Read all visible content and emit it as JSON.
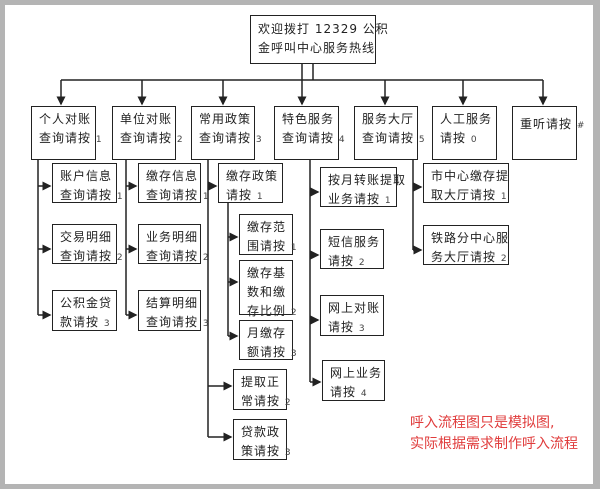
{
  "root": {
    "line1": "欢迎拨打 12329 公积",
    "line2": "金呼叫中心服务热线"
  },
  "top": [
    {
      "l1": "个人对账",
      "l2": "查询请按",
      "n": "1"
    },
    {
      "l1": "单位对账",
      "l2": "查询请按",
      "n": "2"
    },
    {
      "l1": "常用政策",
      "l2": "查询请按",
      "n": "3"
    },
    {
      "l1": "特色服务",
      "l2": "查询请按",
      "n": "4"
    },
    {
      "l1": "服务大厅",
      "l2": "查询请按",
      "n": "5"
    },
    {
      "l1": "人工服务",
      "l2": "请按",
      "n": "0"
    },
    {
      "l1": "重听请按",
      "l2": "",
      "n": "#"
    }
  ],
  "col1": [
    {
      "l1": "账户信息",
      "l2": "查询请按",
      "n": "1"
    },
    {
      "l1": "交易明细",
      "l2": "查询请按",
      "n": "2"
    },
    {
      "l1": "公积金贷",
      "l2": "款请按",
      "n": "3"
    }
  ],
  "col2": [
    {
      "l1": "缴存信息",
      "l2": "查询请按",
      "n": "1"
    },
    {
      "l1": "业务明细",
      "l2": "查询请按",
      "n": "2"
    },
    {
      "l1": "结算明细",
      "l2": "查询请按",
      "n": "3"
    }
  ],
  "col3": [
    {
      "l1": "缴存政策",
      "l2": "请按",
      "n": "1"
    },
    {
      "l1": "提取正",
      "l2": "常请按",
      "n": "2"
    },
    {
      "l1": "贷款政",
      "l2": "策请按",
      "n": "3"
    }
  ],
  "col3sub": [
    {
      "l1": "缴存范",
      "l2": "围请按",
      "n": "1"
    },
    {
      "l1": "缴存基",
      "l2": "数和缴",
      "l3": "存比例",
      "n": "2"
    },
    {
      "l1": "月缴存",
      "l2": "额请按",
      "n": "3"
    }
  ],
  "col4": [
    {
      "l1": "按月转账提取",
      "l2": "业务请按",
      "n": "1"
    },
    {
      "l1": "短信服务",
      "l2": "请按",
      "n": "2"
    },
    {
      "l1": "网上对账",
      "l2": "请按",
      "n": "3"
    },
    {
      "l1": "网上业务",
      "l2": "请按",
      "n": "4"
    }
  ],
  "col5": [
    {
      "l1": "市中心缴存提",
      "l2": "取大厅请按",
      "n": "1"
    },
    {
      "l1": "铁路分中心服",
      "l2": "务大厅请按",
      "n": "2"
    }
  ],
  "note": {
    "line1": "呼入流程图只是模拟图,",
    "line2": "实际根据需求制作呼入流程"
  },
  "colors": {
    "note": "#e03c3c",
    "line": "#222222"
  }
}
